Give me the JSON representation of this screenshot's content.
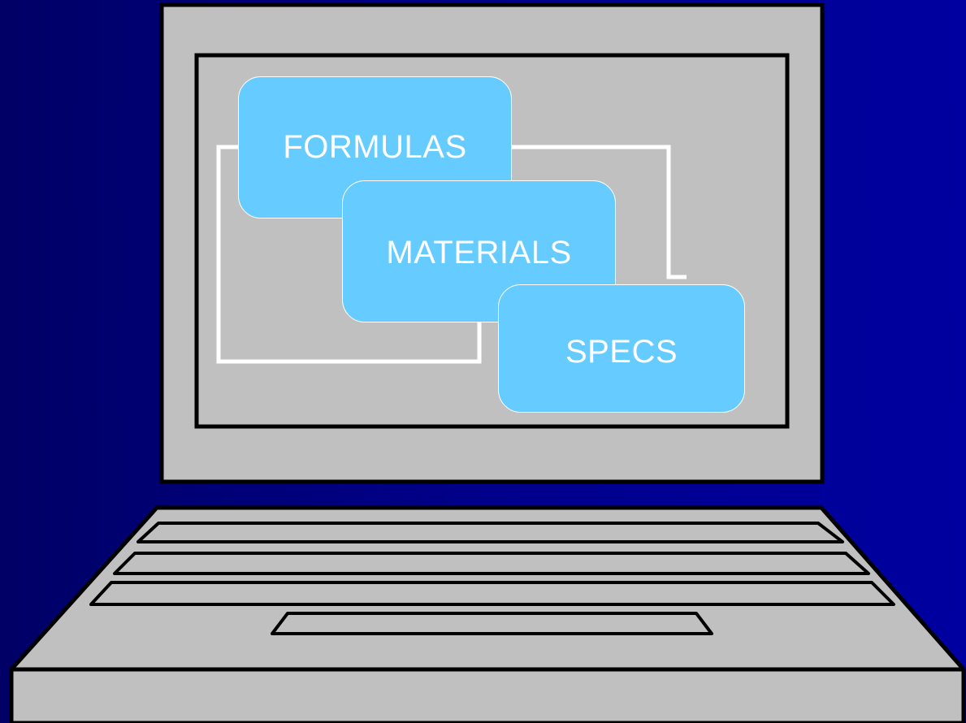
{
  "colors": {
    "background_left": "#000066",
    "background_right": "#0000a0",
    "laptop_body": "#c0c0c0",
    "outline": "#000000",
    "card_fill": "#66ccff",
    "card_text": "#ffffff",
    "connector": "#ffffff"
  },
  "diagram": {
    "cards": [
      {
        "label": "FORMULAS"
      },
      {
        "label": "MATERIALS"
      },
      {
        "label": "SPECS"
      }
    ]
  },
  "icons": {
    "device": "laptop-icon",
    "keyboard": "keyboard-icon",
    "touchpad": "touchpad-icon"
  }
}
